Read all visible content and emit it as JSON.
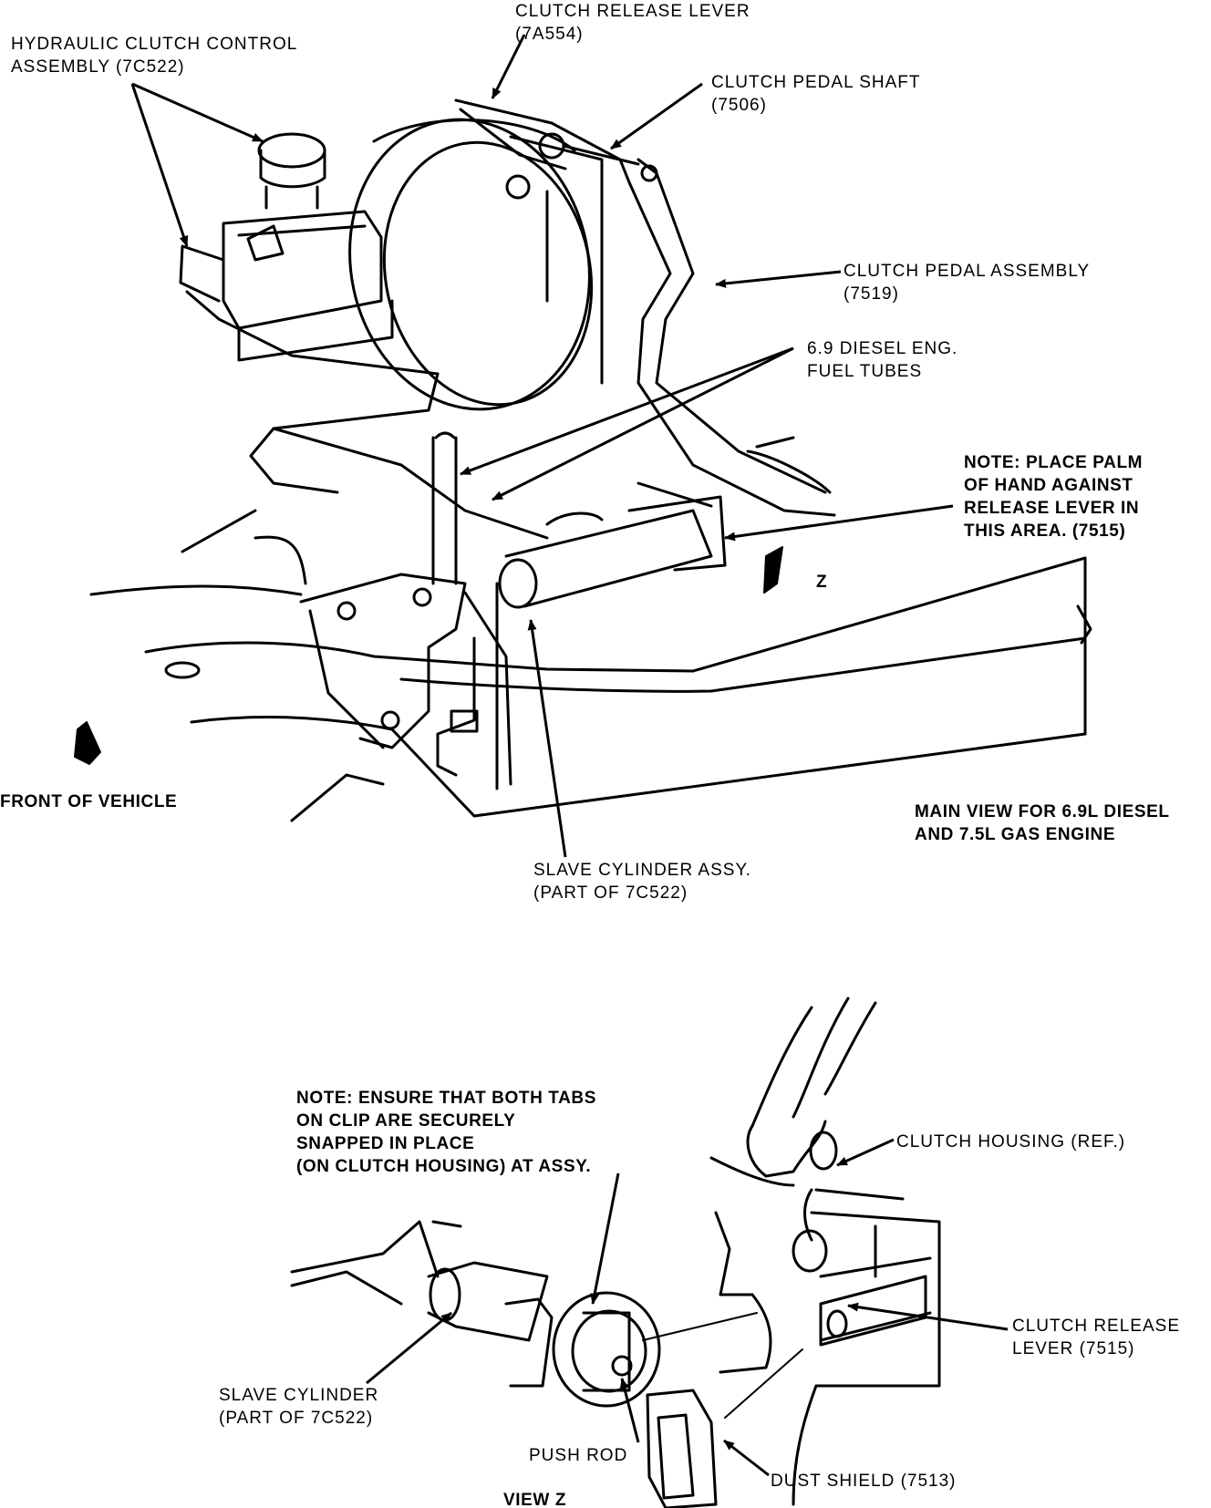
{
  "main_view": {
    "labels": {
      "clutch_release_lever_top": [
        "CLUTCH RELEASE LEVER",
        "(7A554)"
      ],
      "hydraulic_clutch_control": [
        "HYDRAULIC CLUTCH CONTROL",
        "ASSEMBLY (7C522)"
      ],
      "clutch_pedal_shaft": [
        "CLUTCH PEDAL SHAFT",
        "(7506)"
      ],
      "clutch_pedal_assembly": [
        "CLUTCH PEDAL ASSEMBLY",
        "(7519)"
      ],
      "diesel_fuel_tubes": [
        "6.9 DIESEL ENG.",
        "FUEL TUBES"
      ],
      "note_palm": [
        "NOTE: PLACE PALM",
        "OF HAND AGAINST",
        "RELEASE LEVER IN",
        "THIS AREA. (7515)"
      ],
      "view_marker": "Z",
      "front_of_vehicle": "FRONT OF VEHICLE",
      "main_view_caption": [
        "MAIN VIEW FOR 6.9L DIESEL",
        "AND 7.5L GAS ENGINE"
      ],
      "slave_cylinder_assy": [
        "SLAVE CYLINDER ASSY.",
        "(PART OF 7C522)"
      ]
    }
  },
  "view_z": {
    "labels": {
      "note_tabs": [
        "NOTE: ENSURE THAT BOTH TABS",
        "ON CLIP ARE SECURELY",
        "SNAPPED IN PLACE",
        "(ON CLUTCH HOUSING) AT ASSY."
      ],
      "clutch_housing": "CLUTCH HOUSING (REF.)",
      "clutch_release_lever": [
        "CLUTCH RELEASE",
        "LEVER (7515)"
      ],
      "slave_cylinder": [
        "SLAVE CYLINDER",
        "(PART OF 7C522)"
      ],
      "push_rod": "PUSH ROD",
      "dust_shield": "DUST SHIELD (7513)",
      "caption": "VIEW Z"
    }
  }
}
